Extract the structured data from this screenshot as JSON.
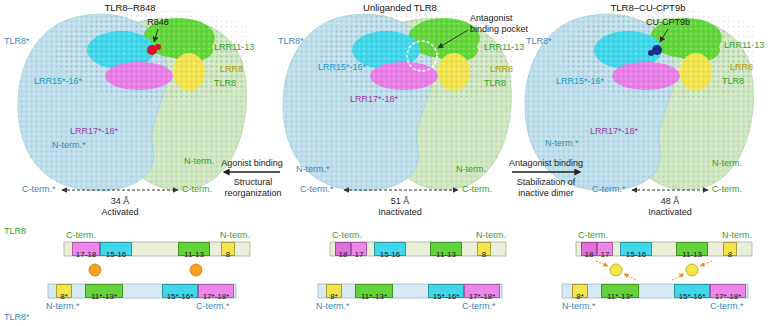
{
  "diagram": {
    "nodes": [
      {
        "text": [
          "TLR8–R848"
        ]
      },
      {
        "text": [
          "Unliganded TLR8"
        ]
      },
      {
        "text": [
          "TLR8–CU-CPT9b"
        ]
      },
      {
        "text": [
          "17-18"
        ]
      },
      {
        "text": [
          "15-16"
        ]
      },
      {
        "text": [
          "11-13"
        ]
      },
      {
        "text": [
          "8"
        ]
      },
      {
        "text": [
          "18"
        ]
      },
      {
        "text": [
          "17"
        ]
      },
      {
        "text": [
          "15-16"
        ]
      },
      {
        "text": [
          "11-13"
        ]
      },
      {
        "text": [
          "8"
        ]
      },
      {
        "text": [
          "18"
        ]
      },
      {
        "text": [
          "17"
        ]
      },
      {
        "text": [
          "15-16"
        ]
      },
      {
        "text": [
          "11-13"
        ]
      },
      {
        "text": [
          "8"
        ]
      },
      {
        "text": [
          "8*"
        ]
      },
      {
        "text": [
          "11*-13*"
        ]
      },
      {
        "text": [
          "15*-16*"
        ]
      },
      {
        "text": [
          "17*-18*"
        ]
      },
      {
        "text": [
          "8*"
        ]
      },
      {
        "text": [
          "11*-13*"
        ]
      },
      {
        "text": [
          "15*-16*"
        ]
      },
      {
        "text": [
          "17*-18*"
        ]
      },
      {
        "text": [
          "8*"
        ]
      },
      {
        "text": [
          "11*-13*"
        ]
      },
      {
        "text": [
          "15*-16*"
        ]
      },
      {
        "text": [
          "17*-18*"
        ]
      }
    ],
    "edges": [
      {
        "from": 1,
        "to": 0,
        "label": "Agonist binding",
        "arrow": "to"
      },
      {
        "from": 1,
        "to": 2,
        "label": "Antagonist binding",
        "arrow": "to"
      }
    ],
    "labels": [
      "R848",
      "TLR8*",
      "LRR11-13",
      "LRR8",
      "TLR8",
      "LRR15*-16*",
      "LRR17*-18*",
      "N-term.*",
      "N-term.",
      "C-term.*",
      "C-term.",
      "34 Å",
      "Activated",
      "Antagonist binding pocket",
      "TLR8*",
      "LRR11-13",
      "LRR8",
      "TLR8",
      "LRR15*-16*",
      "LRR17*-18*",
      "N-term.*",
      "N-term.",
      "C-term.*",
      "C-term.",
      "51 Å",
      "Inactivated",
      "CU-CPT9b",
      "TLR8*",
      "LRR11-13",
      "LRR8",
      "TLR8",
      "LRR15*-16*",
      "LRR17*-18*",
      "N-term.*",
      "N-term.",
      "C-term.*",
      "C-term.",
      "48 Å",
      "Inactivated",
      "Structural reorganization",
      "Stabilization of inactive dimer",
      "TLR8",
      "C-term.",
      "N-term.",
      "N-term.*",
      "C-term.*",
      "C-term.",
      "N-term.",
      "N-term.*",
      "C-term.*",
      "C-term.",
      "N-term.",
      "N-term.*",
      "C-term.*",
      "TLR8*"
    ]
  }
}
